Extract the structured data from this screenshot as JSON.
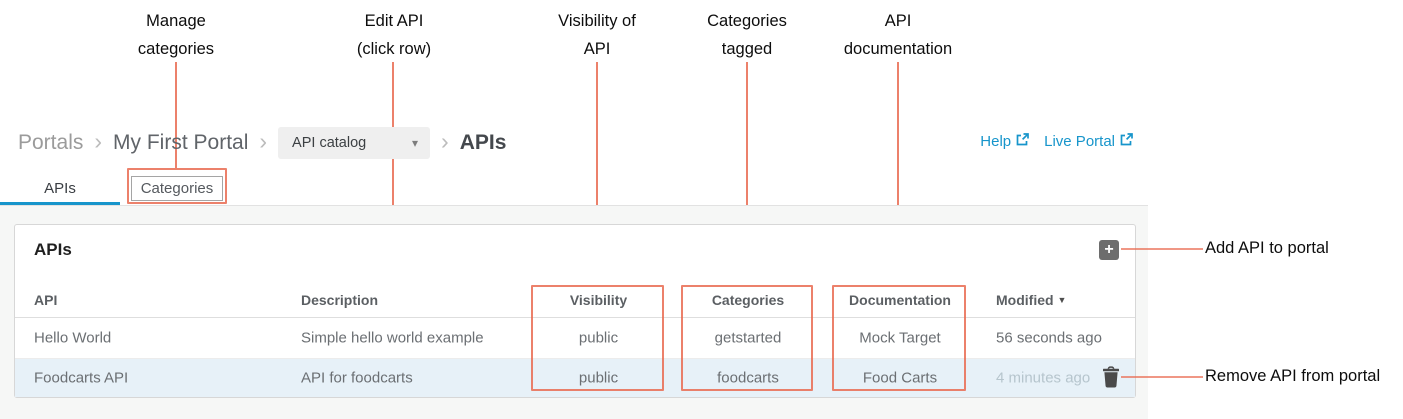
{
  "colors": {
    "accent_blue": "#1795cb",
    "annotation_red": "#e96b51",
    "row_highlight": "#e7f1f8",
    "content_bg": "#f6f7f6"
  },
  "annotations": {
    "top": [
      {
        "line1": "Manage",
        "line2": "categories"
      },
      {
        "line1": "Edit API",
        "line2": "(click row)"
      },
      {
        "line1": "Visibility of",
        "line2": "API"
      },
      {
        "line1": "Categories",
        "line2": "tagged"
      },
      {
        "line1": "API",
        "line2": "documentation"
      }
    ],
    "right": [
      {
        "label": "Add API to portal"
      },
      {
        "label": "Remove API from portal"
      }
    ]
  },
  "breadcrumb": {
    "root": "Portals",
    "portal": "My First Portal",
    "dropdown_value": "API catalog",
    "current": "APIs"
  },
  "header_links": [
    {
      "label": "Help"
    },
    {
      "label": "Live Portal"
    }
  ],
  "tabs": [
    {
      "label": "APIs",
      "active": true
    },
    {
      "label": "Categories",
      "active": false
    }
  ],
  "panel": {
    "title": "APIs"
  },
  "table": {
    "columns": [
      "API",
      "Description",
      "Visibility",
      "Categories",
      "Documentation",
      "Modified"
    ],
    "sort_column": "Modified",
    "sort_direction": "desc",
    "rows": [
      {
        "api": "Hello World",
        "description": "Simple hello world example",
        "visibility": "public",
        "categories": "getstarted",
        "documentation": "Mock Target",
        "modified": "56 seconds ago"
      },
      {
        "api": "Foodcarts API",
        "description": "API for foodcarts",
        "visibility": "public",
        "categories": "foodcarts",
        "documentation": "Food Carts",
        "modified": "4 minutes ago"
      }
    ]
  },
  "icons": {
    "plus": "+",
    "caret_down": "▾",
    "sort_desc": "▼",
    "breadcrumb_separator": "›",
    "external_link": "box-with-arrow",
    "trash": "trash-can"
  }
}
